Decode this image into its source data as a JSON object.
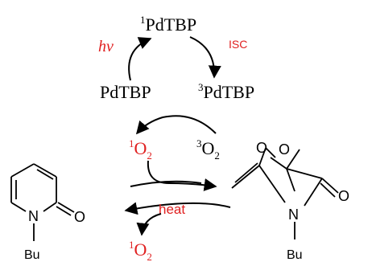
{
  "cycle": {
    "singlet_pd": {
      "sup": "1",
      "text": "PdTBP"
    },
    "ground_pd": {
      "text": "PdTBP"
    },
    "triplet_pd": {
      "sup": "3",
      "text": "PdTBP"
    },
    "hv_label": "hv",
    "isc_label": "ISC"
  },
  "oxygen": {
    "singlet": {
      "sup": "1",
      "text": "O",
      "sub": "2"
    },
    "triplet": {
      "sup": "3",
      "text": "O",
      "sub": "2"
    },
    "released": {
      "sup": "1",
      "text": "O",
      "sub": "2"
    }
  },
  "reaction": {
    "heat_label": "heat"
  },
  "pyridone": {
    "n_label": "N",
    "o_label": "O",
    "substituent": "Bu"
  },
  "endoperoxide": {
    "o1_label": "O",
    "o2_label": "O",
    "carbonyl_o_label": "O",
    "n_label": "N",
    "substituent": "Bu"
  },
  "colors": {
    "accent_red": "#e02020",
    "ink": "#000000"
  }
}
